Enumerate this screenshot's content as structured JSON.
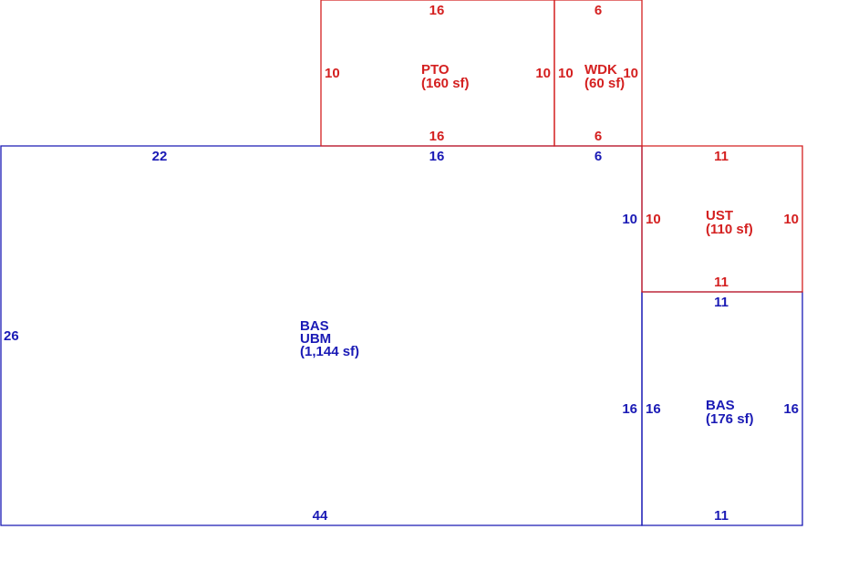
{
  "colors": {
    "existing": "#1a1ab5",
    "addition": "#d42020"
  },
  "areas": [
    {
      "id": "bas-ubm",
      "color": "existing",
      "lines": [
        "BAS",
        "UBM",
        "(1,144 sf)"
      ],
      "dims": {
        "top_a": "22",
        "top_b": "16",
        "top_c": "6",
        "left": "26",
        "bottom": "44",
        "right_a": "10",
        "right_b": "16"
      }
    },
    {
      "id": "pto",
      "color": "addition",
      "lines": [
        "PTO",
        "(160 sf)"
      ],
      "dims": {
        "top": "16",
        "bottom": "16",
        "left": "10",
        "right": "10"
      }
    },
    {
      "id": "wdk",
      "color": "addition",
      "lines": [
        "WDK",
        "(60 sf)"
      ],
      "dims": {
        "top": "6",
        "bottom": "6",
        "left": "10",
        "right": "10"
      }
    },
    {
      "id": "ust",
      "color": "addition",
      "lines": [
        "UST",
        "(110 sf)"
      ],
      "dims": {
        "top": "11",
        "bottom": "11",
        "left": "10",
        "right": "10"
      }
    },
    {
      "id": "bas-small",
      "color": "existing",
      "lines": [
        "BAS",
        "(176 sf)"
      ],
      "dims": {
        "top": "11",
        "bottom": "11",
        "left": "16",
        "right": "16"
      }
    }
  ]
}
